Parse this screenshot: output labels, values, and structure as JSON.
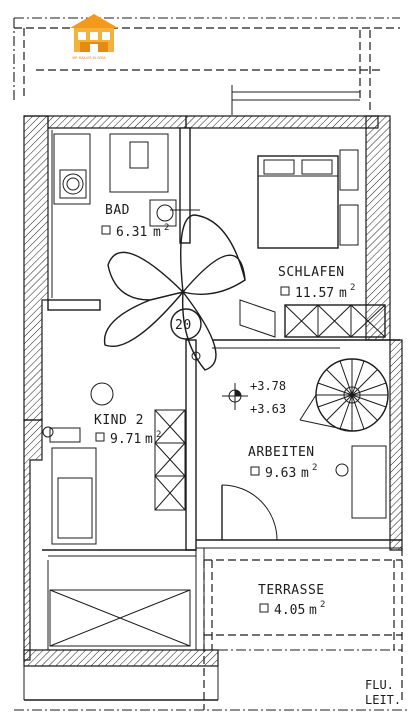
{
  "logo": {
    "text": "IHR MAKLER IN GERA",
    "color": "#e08a1e"
  },
  "rooms": [
    {
      "name": "BAD",
      "area": "6.31",
      "unit": "m",
      "exp": "2"
    },
    {
      "name": "SCHLAFEN",
      "area": "11.57",
      "unit": "m",
      "exp": "2"
    },
    {
      "name": "KIND 2",
      "area": "9.71",
      "unit": "m",
      "exp": "2"
    },
    {
      "name": "ARBEITEN",
      "area": "9.63",
      "unit": "m",
      "exp": "2"
    },
    {
      "name": "TERRASSE",
      "area": "4.05",
      "unit": "m",
      "exp": "2"
    }
  ],
  "markers": {
    "room_number": "20",
    "level_upper": "+3.78",
    "level_lower": "+3.63",
    "flu": "FLU.",
    "leit": "LEIT."
  }
}
